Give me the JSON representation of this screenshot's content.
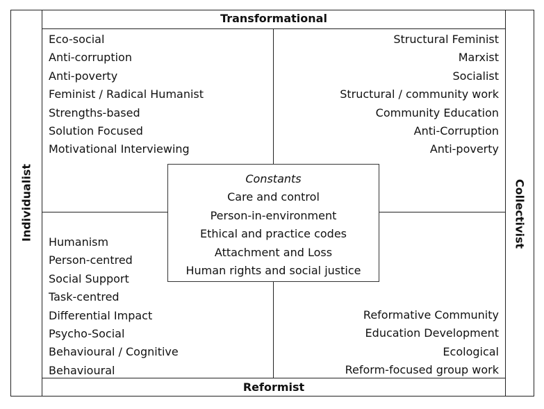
{
  "axes": {
    "top": "Transformational",
    "bottom": "Reformist",
    "left": "Individualist",
    "right": "Collectivist"
  },
  "quadrants": {
    "top_left": [
      "Eco-social",
      "Anti-corruption",
      "Anti-poverty",
      "Feminist / Radical Humanist",
      "Strengths-based",
      "Solution Focused",
      "Motivational Interviewing"
    ],
    "top_right": [
      "Structural Feminist",
      "Marxist",
      "Socialist",
      "Structural / community work",
      "Community Education",
      "Anti-Corruption",
      "Anti-poverty"
    ],
    "bottom_left": [
      "Humanism",
      "Person-centred",
      "Social Support",
      "Task-centred",
      "Differential Impact",
      "Psycho-Social",
      "Behavioural / Cognitive",
      "Behavioural"
    ],
    "bottom_right": [
      "Reformative Community",
      "Education Development",
      "Ecological",
      "Reform-focused group work"
    ]
  },
  "constants": {
    "heading": "Constants",
    "items": [
      "Care and control",
      "Person-in-environment",
      "Ethical and practice codes",
      "Attachment and Loss",
      "Human rights and social justice"
    ]
  }
}
